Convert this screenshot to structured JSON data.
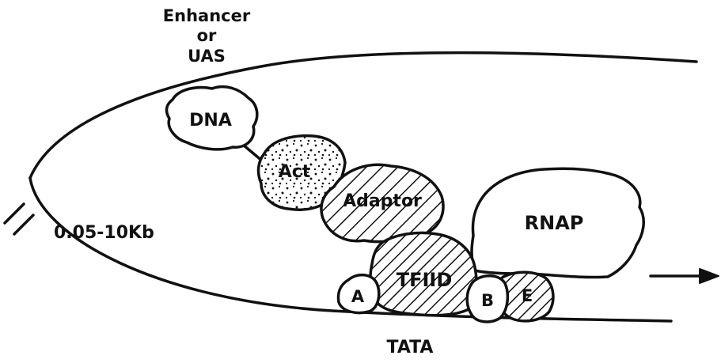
{
  "labels": {
    "enhancer_line1": "Enhancer",
    "enhancer_line2": "or",
    "enhancer_line3": "UAS",
    "distance": "0.05-10Kb",
    "dna": "DNA",
    "activator": "Act",
    "adaptor": "Adaptor",
    "rnap": "RNAP",
    "tfiid": "TFIID",
    "factor_a": "A",
    "factor_b": "B",
    "factor_e": "E",
    "tata": "TATA"
  }
}
